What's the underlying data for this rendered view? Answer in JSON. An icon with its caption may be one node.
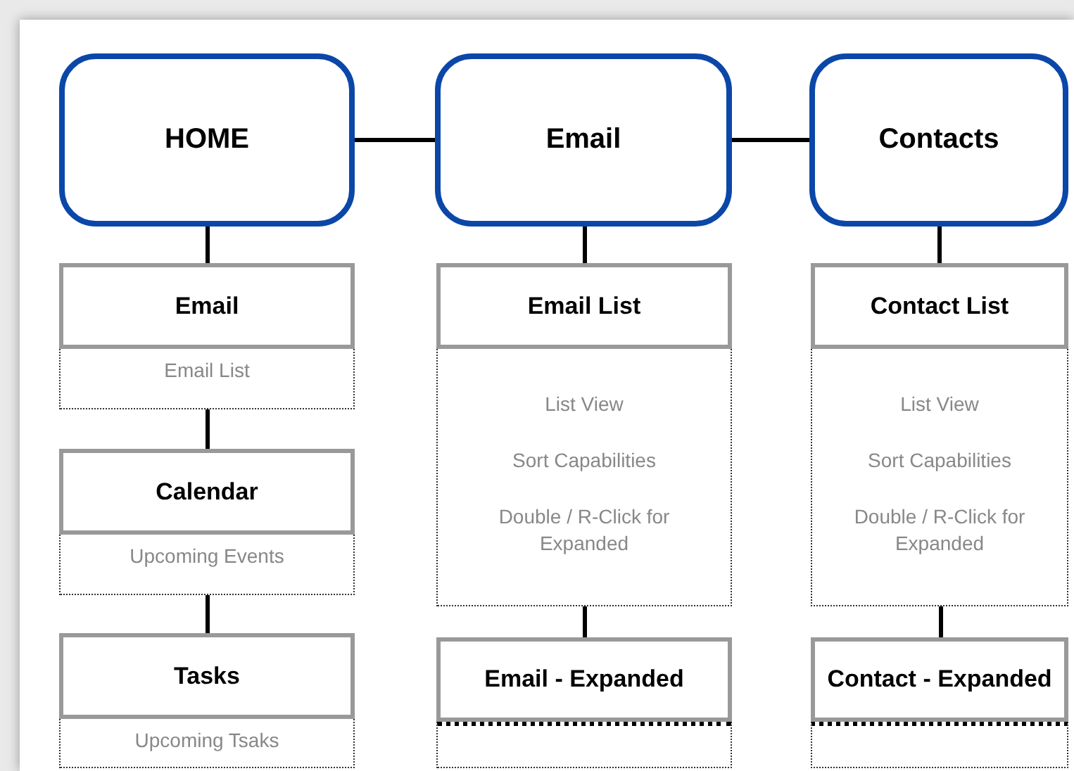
{
  "diagram": {
    "nodes": [
      {
        "text": [
          "HOME"
        ]
      },
      {
        "text": [
          "Email"
        ]
      },
      {
        "text": [
          "Contacts"
        ]
      },
      {
        "text": [
          "Email"
        ]
      },
      {
        "text": [
          "Email List"
        ]
      },
      {
        "text": [
          "Calendar"
        ]
      },
      {
        "text": [
          "Upcoming Events"
        ]
      },
      {
        "text": [
          "Tasks"
        ]
      },
      {
        "text": [
          "Upcoming Tsaks"
        ]
      },
      {
        "text": [
          "Email List"
        ]
      },
      {
        "text": [
          "List View",
          "Sort Capabilities",
          "Double / R-Click for Expanded"
        ]
      },
      {
        "text": [
          "Email - Expanded"
        ]
      },
      {
        "text": [],
        "shape": "box"
      },
      {
        "text": [
          "Contact List"
        ]
      },
      {
        "text": [
          "List View",
          "Sort Capabilities",
          "Double / R-Click for Expanded"
        ]
      },
      {
        "text": [
          "Contact - Expanded"
        ]
      },
      {
        "text": [],
        "shape": "box"
      }
    ],
    "edges": [
      {
        "from": 0,
        "to": 1,
        "arrow": "none"
      },
      {
        "from": 1,
        "to": 2,
        "arrow": "none"
      },
      {
        "from": 0,
        "to": 3,
        "arrow": "none"
      },
      {
        "from": 4,
        "to": 5,
        "arrow": "none"
      },
      {
        "from": 6,
        "to": 7,
        "arrow": "none"
      },
      {
        "from": 1,
        "to": 9,
        "arrow": "none"
      },
      {
        "from": 10,
        "to": 11,
        "arrow": "none"
      },
      {
        "from": 2,
        "to": 13,
        "arrow": "none"
      },
      {
        "from": 14,
        "to": 15,
        "arrow": "none"
      }
    ]
  }
}
